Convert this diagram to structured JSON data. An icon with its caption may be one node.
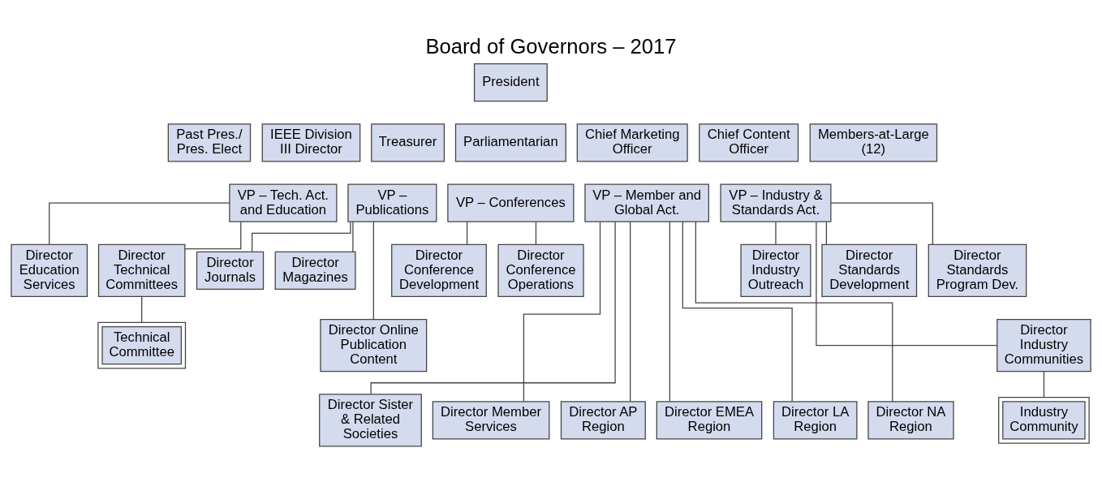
{
  "diagram": {
    "title": "Board of Governors – 2017",
    "nodes": [
      {
        "text": [
          "President"
        ]
      },
      {
        "text": [
          "Past Pres./ Pres. Elect"
        ]
      },
      {
        "text": [
          "IEEE Division III Director"
        ]
      },
      {
        "text": [
          "Treasurer"
        ]
      },
      {
        "text": [
          "Parliamentarian"
        ]
      },
      {
        "text": [
          "Chief Marketing Officer"
        ]
      },
      {
        "text": [
          "Chief Content Officer"
        ]
      },
      {
        "text": [
          "Members-at-Large (12)"
        ]
      },
      {
        "text": [
          "VP – Tech. Act. and Education"
        ]
      },
      {
        "text": [
          "VP – Publications"
        ]
      },
      {
        "text": [
          "VP – Conferences"
        ]
      },
      {
        "text": [
          "VP – Member and Global Act."
        ]
      },
      {
        "text": [
          "VP – Industry & Standards Act."
        ]
      },
      {
        "text": [
          "Director Education Services"
        ]
      },
      {
        "text": [
          "Director Technical Committees"
        ]
      },
      {
        "text": [
          "Director Journals"
        ]
      },
      {
        "text": [
          "Director Magazines"
        ]
      },
      {
        "text": [
          "Director Conference Development"
        ]
      },
      {
        "text": [
          "Director Conference Operations"
        ]
      },
      {
        "text": [
          "Director Industry Outreach"
        ]
      },
      {
        "text": [
          "Director Standards Development"
        ]
      },
      {
        "text": [
          "Director Standards Program Dev."
        ]
      },
      {
        "text": [
          "Technical Committee"
        ]
      },
      {
        "text": [
          "Director Online Publication Content"
        ]
      },
      {
        "text": [
          "Director Industry Communities"
        ]
      },
      {
        "text": [
          "Industry Community"
        ]
      },
      {
        "text": [
          "Director Sister & Related Societies"
        ]
      },
      {
        "text": [
          "Director Member Services"
        ]
      },
      {
        "text": [
          "Director AP Region"
        ]
      },
      {
        "text": [
          "Director EMEA Region"
        ]
      },
      {
        "text": [
          "Director LA Region"
        ]
      },
      {
        "text": [
          "Director NA Region"
        ]
      }
    ],
    "edges": [
      {
        "from": 8,
        "to": 13,
        "arrow": "none"
      },
      {
        "from": 8,
        "to": 14,
        "arrow": "none"
      },
      {
        "from": 14,
        "to": 22,
        "arrow": "none"
      },
      {
        "from": 9,
        "to": 15,
        "arrow": "none"
      },
      {
        "from": 9,
        "to": 16,
        "arrow": "none"
      },
      {
        "from": 9,
        "to": 23,
        "arrow": "none"
      },
      {
        "from": 10,
        "to": 17,
        "arrow": "none"
      },
      {
        "from": 10,
        "to": 18,
        "arrow": "none"
      },
      {
        "from": 11,
        "to": 26,
        "arrow": "none"
      },
      {
        "from": 11,
        "to": 27,
        "arrow": "none"
      },
      {
        "from": 11,
        "to": 28,
        "arrow": "none"
      },
      {
        "from": 11,
        "to": 29,
        "arrow": "none"
      },
      {
        "from": 11,
        "to": 30,
        "arrow": "none"
      },
      {
        "from": 11,
        "to": 31,
        "arrow": "none"
      },
      {
        "from": 12,
        "to": 19,
        "arrow": "none"
      },
      {
        "from": 12,
        "to": 20,
        "arrow": "none"
      },
      {
        "from": 12,
        "to": 21,
        "arrow": "none"
      },
      {
        "from": 12,
        "to": 24,
        "arrow": "none"
      },
      {
        "from": 24,
        "to": 25,
        "arrow": "none"
      }
    ]
  }
}
